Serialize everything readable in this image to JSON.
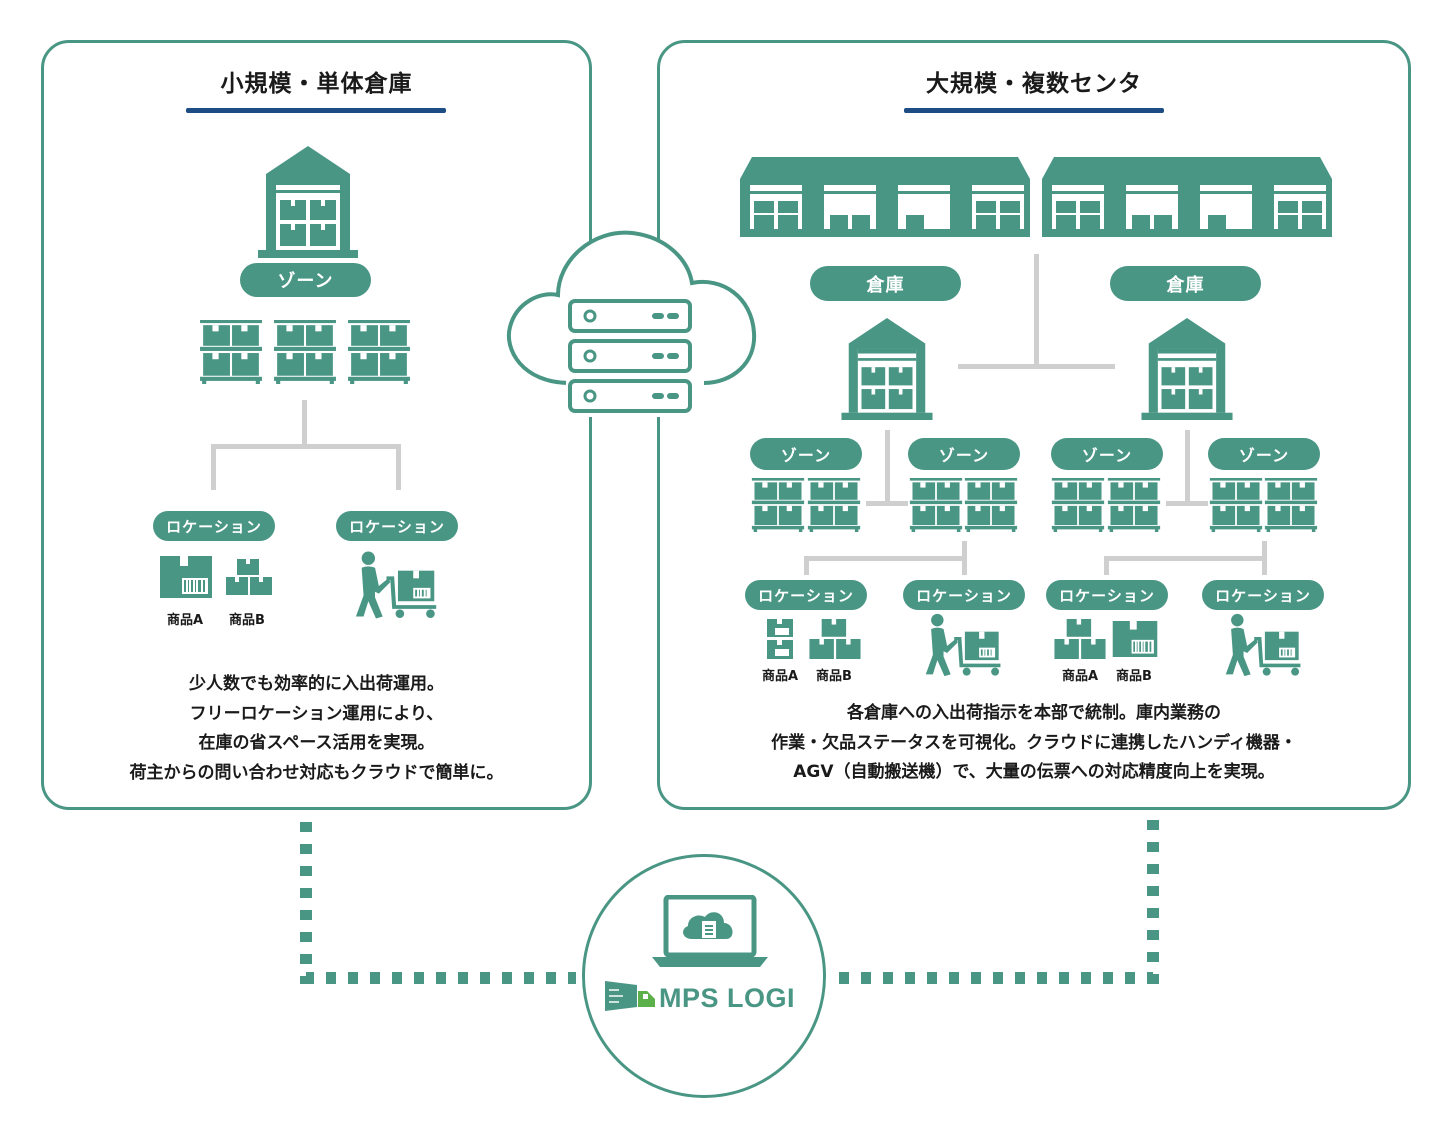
{
  "left": {
    "title": "小規模・単体倉庫",
    "zone_label": "ゾーン",
    "location_labels": [
      "ロケーション",
      "ロケーション"
    ],
    "products": [
      "商品A",
      "商品B"
    ],
    "description": [
      "少人数でも効率的に入出荷運用。",
      "フリーロケーション運用により、",
      "在庫の省スペース活用を実現。",
      "荷主からの問い合わせ対応もクラウドで簡単に。"
    ]
  },
  "right": {
    "title": "大規模・複数センタ",
    "warehouse_labels": [
      "倉庫",
      "倉庫"
    ],
    "zone_labels": [
      "ゾーン",
      "ゾーン",
      "ゾーン",
      "ゾーン"
    ],
    "location_labels": [
      "ロケーション",
      "ロケーション",
      "ロケーション",
      "ロケーション"
    ],
    "products_set1": [
      "商品A",
      "商品B"
    ],
    "products_set2": [
      "商品A",
      "商品B"
    ],
    "description": [
      "各倉庫への入出荷指示を本部で統制。庫内業務の",
      "作業・欠品ステータスを可視化。クラウドに連携したハンディ機器・",
      "AGV（自動搬送機）で、大量の伝票への対応精度向上を実現。"
    ]
  },
  "bottom": {
    "logo_text": "MPS LOGI"
  },
  "icons": {
    "cloud": "cloud-server-icon",
    "warehouse": "warehouse-icon",
    "shelf": "shelf-icon",
    "worker": "worker-with-cart-icon",
    "laptop": "laptop-cloud-icon",
    "truck": "truck-icon"
  },
  "colors": {
    "teal": "#4a9685",
    "navy": "#1d4d84",
    "connector": "#cfcfcf",
    "text": "#1a1a1a"
  }
}
